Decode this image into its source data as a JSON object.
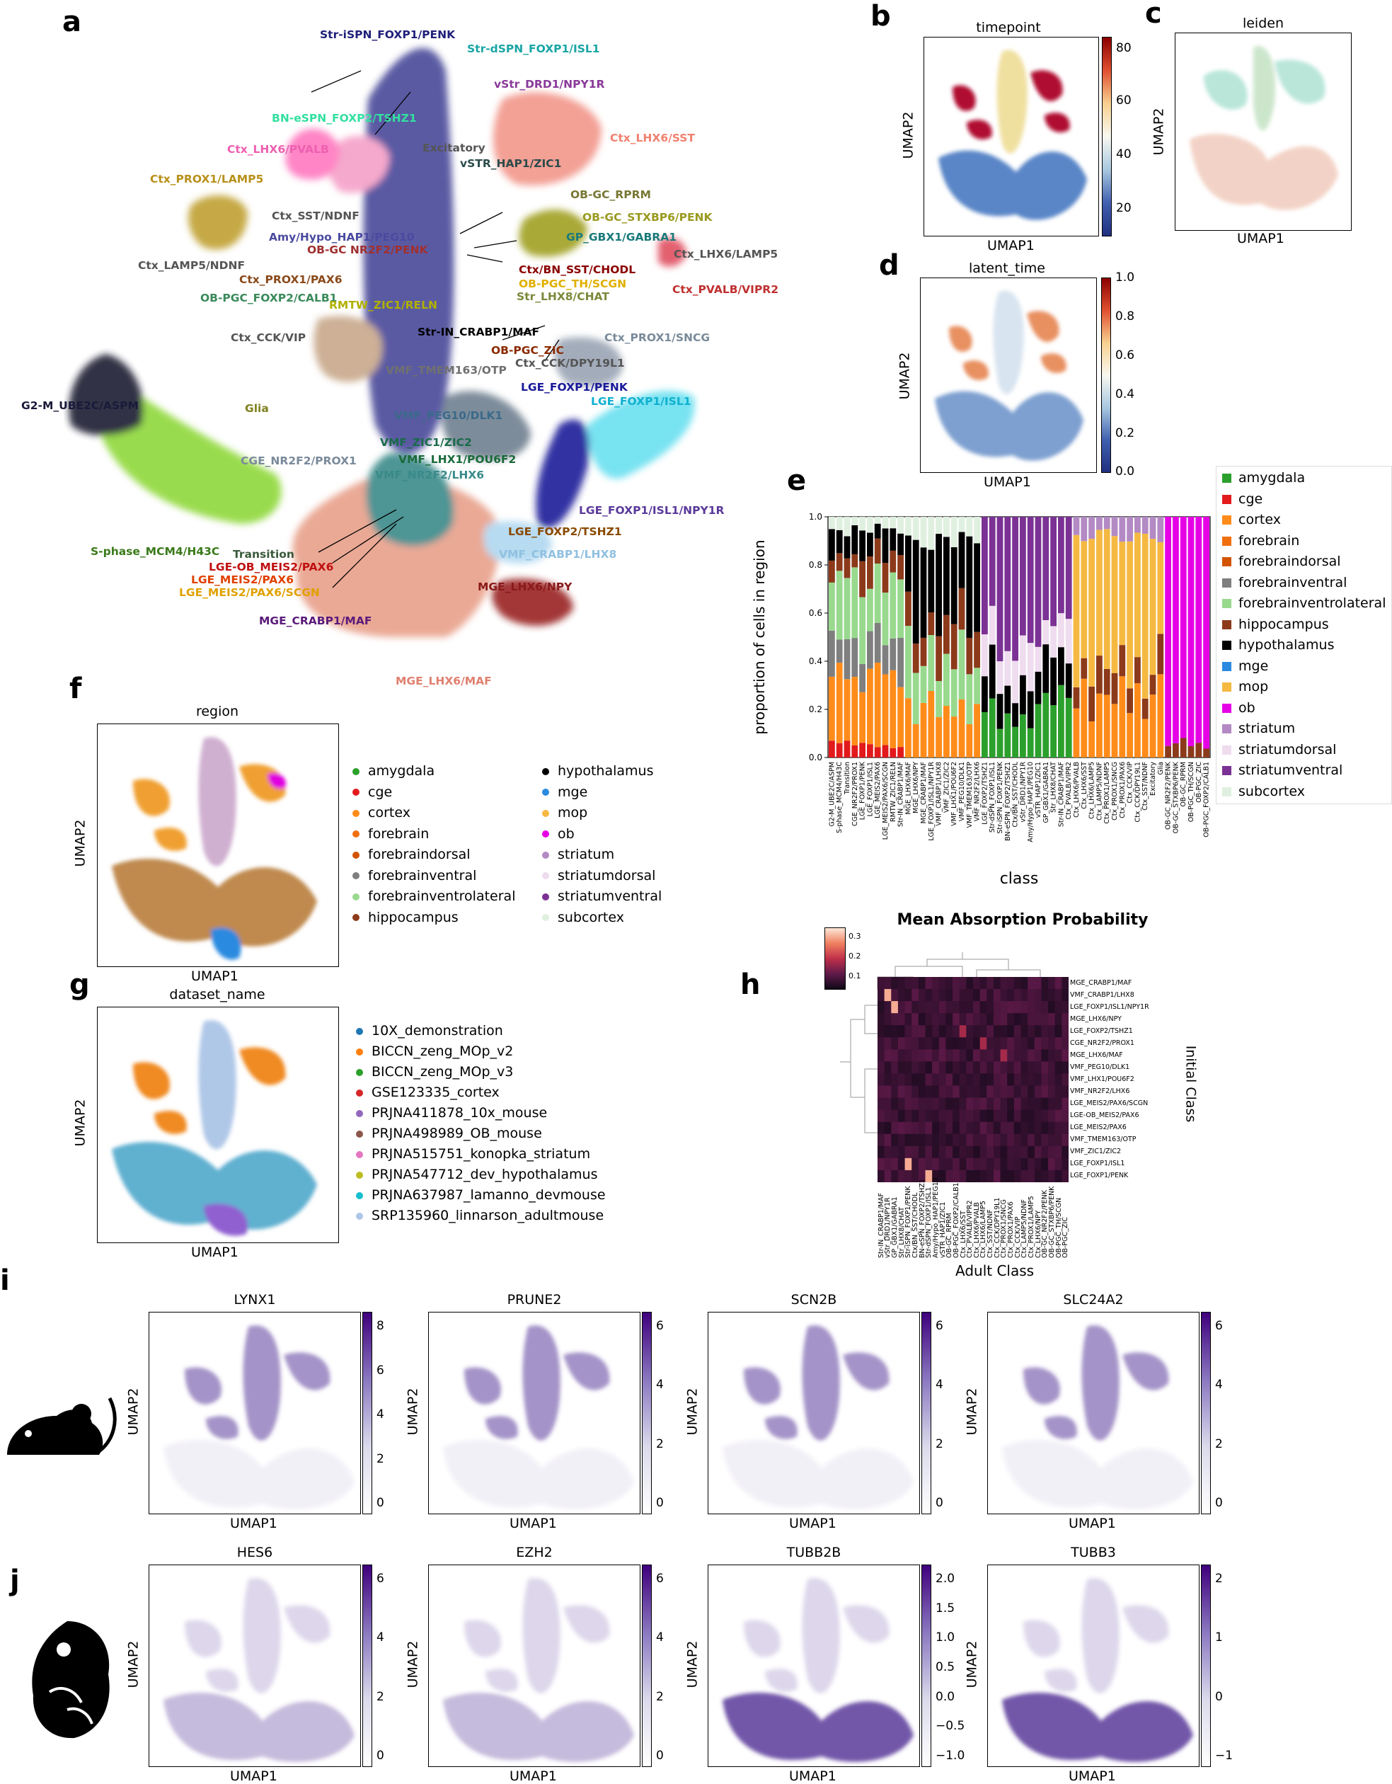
{
  "letters": {
    "a": "a",
    "b": "b",
    "c": "c",
    "d": "d",
    "e": "e",
    "f": "f",
    "g": "g",
    "h": "h",
    "i": "i",
    "j": "j"
  },
  "panel_a": {
    "labels": [
      {
        "t": "Str-iSPN_FOXP1/PENK",
        "c": "#1f1f7a"
      },
      {
        "t": "Str-dSPN_FOXP1/ISL1",
        "c": "#1aa5a5"
      },
      {
        "t": "vStr_DRD1/NPY1R",
        "c": "#8a3a9a"
      },
      {
        "t": "BN-eSPN_FOXP2/TSHZ1",
        "c": "#33e0a0"
      },
      {
        "t": "Ctx_LHX6/PVALB",
        "c": "#ee5fb0"
      },
      {
        "t": "Excitatory",
        "c": "#555555"
      },
      {
        "t": "Ctx_LHX6/SST",
        "c": "#f08070"
      },
      {
        "t": "vSTR_HAP1/ZIC1",
        "c": "#2b4b4b"
      },
      {
        "t": "Ctx_PROX1/LAMP5",
        "c": "#b8901a"
      },
      {
        "t": "OB-GC_RPRM",
        "c": "#777733"
      },
      {
        "t": "Ctx_SST/NDNF",
        "c": "#555555"
      },
      {
        "t": "OB-GC_STXBP6/PENK",
        "c": "#9a9a20"
      },
      {
        "t": "Amy/Hypo_HAP1/PEG10",
        "c": "#4a4aa0"
      },
      {
        "t": "GP_GBX1/GABRA1",
        "c": "#1a7a7a"
      },
      {
        "t": "OB-GC NR2F2/PENK",
        "c": "#a03030"
      },
      {
        "t": "Ctx_LHX6/LAMP5",
        "c": "#555555"
      },
      {
        "t": "Ctx_LAMP5/NDNF",
        "c": "#555555"
      },
      {
        "t": "Ctx/BN_SST/CHODL",
        "c": "#8a0000"
      },
      {
        "t": "Ctx_PROX1/PAX6",
        "c": "#8a4a1a"
      },
      {
        "t": "OB-PGC_TH/SCGN",
        "c": "#e0b000"
      },
      {
        "t": "OB-PGC_FOXP2/CALB1",
        "c": "#3a8a5a"
      },
      {
        "t": "Str_LHX8/CHAT",
        "c": "#7a8a3a"
      },
      {
        "t": "Ctx_PVALB/VIPR2",
        "c": "#c03030"
      },
      {
        "t": "RMTW_ZIC1/RELN",
        "c": "#b0b000"
      },
      {
        "t": "Str-IN_CRABP1/MAF",
        "c": "#000000"
      },
      {
        "t": "Ctx_CCK/VIP",
        "c": "#555555"
      },
      {
        "t": "OB-PGC_ZIC",
        "c": "#8a2a00"
      },
      {
        "t": "Ctx_PROX1/SNCG",
        "c": "#7a8a9a"
      },
      {
        "t": "Ctx_CCK/DPY19L1",
        "c": "#555555"
      },
      {
        "t": "VMF_TMEM163/OTP",
        "c": "#707070"
      },
      {
        "t": "G2-M_UBE2C/ASPM",
        "c": "#1a1a3a"
      },
      {
        "t": "Glia",
        "c": "#808020"
      },
      {
        "t": "LGE_FOXP1/PENK",
        "c": "#1a1a9a"
      },
      {
        "t": "LGE_FOXP1/ISL1",
        "c": "#10b0d0"
      },
      {
        "t": "VMF_PEG10/DLK1",
        "c": "#3a6a8a"
      },
      {
        "t": "VMF_ZIC1/ZIC2",
        "c": "#1a6a4a"
      },
      {
        "t": "CGE_NR2F2/PROX1",
        "c": "#7a8a9a"
      },
      {
        "t": "VMF_LHX1/POU6F2",
        "c": "#1a6a3a"
      },
      {
        "t": "VMF_NR2F2/LHX6",
        "c": "#3a8a8a"
      },
      {
        "t": "LGE_FOXP1/ISL1/NPY1R",
        "c": "#5a3a9a"
      },
      {
        "t": "LGE_FOXP2/TSHZ1",
        "c": "#8a4a00"
      },
      {
        "t": "S-phase_MCM4/H43C",
        "c": "#3a7a1a"
      },
      {
        "t": "Transition",
        "c": "#3a5a3a"
      },
      {
        "t": "LGE-OB_MEIS2/PAX6",
        "c": "#c01010"
      },
      {
        "t": "VMF_CRABP1/LHX8",
        "c": "#90c0e0"
      },
      {
        "t": "LGE_MEIS2/PAX6",
        "c": "#e04000"
      },
      {
        "t": "LGE_MEIS2/PAX6/SCGN",
        "c": "#e0a000"
      },
      {
        "t": "MGE_LHX6/NPY",
        "c": "#8a1a1a"
      },
      {
        "t": "MGE_CRABP1/MAF",
        "c": "#5a1a7a"
      },
      {
        "t": "MGE_LHX6/MAF",
        "c": "#e08070"
      }
    ]
  },
  "panel_b": {
    "title": "timepoint",
    "xlabel": "UMAP1",
    "ylabel": "UMAP2",
    "ticks": [
      "80",
      "60",
      "40",
      "20"
    ]
  },
  "panel_c": {
    "title": "leiden",
    "xlabel": "UMAP1",
    "ylabel": "UMAP2"
  },
  "panel_d": {
    "title": "latent_time",
    "xlabel": "UMAP1",
    "ylabel": "UMAP2",
    "ticks": [
      "1.0",
      "0.8",
      "0.6",
      "0.4",
      "0.2",
      "0.0"
    ]
  },
  "panel_e": {
    "chart_data": {
      "type": "bar",
      "xlabel": "class",
      "ylabel": "proportion of cells in region",
      "ylim": [
        0,
        1
      ],
      "yticks": [
        "0.0",
        "0.2",
        "0.4",
        "0.6",
        "0.8",
        "1.0"
      ],
      "categories": [
        "G2-M_UBE2C/ASPM",
        "S-phase_MCM4/H43C",
        "Transition",
        "CGE_NR2F2/PROX1",
        "LGE_FOXP1/PENK",
        "LGE_FOXP1/ISL1",
        "LGE_MEIS2/PAX6",
        "LGE_MEIS2/PAX6/SCGN",
        "RMTW_ZIC1/RELN",
        "Str-IN_CRABP1/MAF",
        "MGE_LHX6/MAF",
        "MGE_LHX6/NPY",
        "MGE_CRABP1/MAF",
        "LGE_FOXP1/ISL1/NPY1R",
        "VMF_CRABP1/LHX8",
        "VMF_ZIC1/ZIC2",
        "VMF_LHX1/POU6F2",
        "VMF_PEG10/DLK1",
        "VMF_TMEM163/OTP",
        "VMF_NR2F2/LHX6",
        "LGE_FOXP2/TSHZ1",
        "Str-dSPN_FOXP1/ISL1",
        "Str-iSPN_FOXP1/PENK",
        "BN-eSPN_FOXP2/TSHZ1",
        "Ctx/BN_SST/CHODL",
        "vStr_DRD1/NPY1R",
        "Amy/Hypo_HAP1/PEG10",
        "vSTR_HAP1/ZIC1",
        "GP_GBX1/GABRA1",
        "Str_LHX8/CHAT",
        "Str-IN_CRABP1/MAF",
        "Ctx_PVALB/VIPR2",
        "Ctx_LHX6/PVALB",
        "Ctx_LHX6/SST",
        "Ctx_LHX6/LAMP5",
        "Ctx_LAMP5/NDNF",
        "Ctx_PROX1/LAMP5",
        "Ctx_PROX1/SNCG",
        "Ctx_PROX1/PAX6",
        "Ctx_CCK/VIP",
        "Ctx_CCK/DPY19L1",
        "Ctx_SST/NDNF",
        "Excitatory",
        "Glia",
        "OB-GC_NR2F2/PENK",
        "OB-GC_STXBP6/PENK",
        "OB-GC_RPRM",
        "OB-PGC_TH/SCGN",
        "OB-PGC_ZIC",
        "OB-PGC_FOXP2/CALB1"
      ],
      "series_names": [
        "amygdala",
        "cge",
        "cortex",
        "forebrain",
        "forebraindorsal",
        "forebrainventral",
        "forebrainventrolateral",
        "hippocampus",
        "hypothalamus",
        "mge",
        "mop",
        "ob",
        "striatum",
        "striatumdorsal",
        "striatumventral",
        "subcortex"
      ],
      "colors": [
        "#2ca02c",
        "#e31a1c",
        "#ff8c1a",
        "#f07010",
        "#d35400",
        "#7f7f7f",
        "#98d98e",
        "#8c3a1a",
        "#000000",
        "#2a8ae0",
        "#f5b942",
        "#e600e6",
        "#b38ac4",
        "#efdcef",
        "#7b3294",
        "#e0f0e0"
      ],
      "legend": "right"
    }
  },
  "panel_f": {
    "title": "region",
    "xlabel": "UMAP1",
    "ylabel": "UMAP2",
    "legend_left": [
      {
        "t": "amygdala",
        "c": "#2ca02c"
      },
      {
        "t": "cge",
        "c": "#e31a1c"
      },
      {
        "t": "cortex",
        "c": "#ff8c1a"
      },
      {
        "t": "forebrain",
        "c": "#f07010"
      },
      {
        "t": "forebraindorsal",
        "c": "#d35400"
      },
      {
        "t": "forebrainventral",
        "c": "#7f7f7f"
      },
      {
        "t": "forebrainventrolateral",
        "c": "#98d98e"
      },
      {
        "t": "hippocampus",
        "c": "#8c3a1a"
      }
    ],
    "legend_right": [
      {
        "t": "hypothalamus",
        "c": "#000000"
      },
      {
        "t": "mge",
        "c": "#2a8ae0"
      },
      {
        "t": "mop",
        "c": "#f5b942"
      },
      {
        "t": "ob",
        "c": "#e600e6"
      },
      {
        "t": "striatum",
        "c": "#b38ac4"
      },
      {
        "t": "striatumdorsal",
        "c": "#efdcef"
      },
      {
        "t": "striatumventral",
        "c": "#7b3294"
      },
      {
        "t": "subcortex",
        "c": "#e0f0e0"
      }
    ]
  },
  "panel_g": {
    "title": "dataset_name",
    "xlabel": "UMAP1",
    "ylabel": "UMAP2",
    "legend": [
      {
        "t": "10X_demonstration",
        "c": "#1f77b4"
      },
      {
        "t": "BICCN_zeng_MOp_v2",
        "c": "#ff7f0e"
      },
      {
        "t": "BICCN_zeng_MOp_v3",
        "c": "#2ca02c"
      },
      {
        "t": "GSE123335_cortex",
        "c": "#d62728"
      },
      {
        "t": "PRJNA411878_10x_mouse",
        "c": "#9467bd"
      },
      {
        "t": "PRJNA498989_OB_mouse",
        "c": "#8c564b"
      },
      {
        "t": "PRJNA515751_konopka_striatum",
        "c": "#e377c2"
      },
      {
        "t": "PRJNA547712_dev_hypothalamus",
        "c": "#bcbd22"
      },
      {
        "t": "PRJNA637987_lamanno_devmouse",
        "c": "#17becf"
      },
      {
        "t": "SRP135960_linnarson_adultmouse",
        "c": "#aec7e8"
      }
    ]
  },
  "panel_h": {
    "title": "Mean Absorption Probability",
    "xlabel": "Adult Class",
    "ylabel": "Initial Class",
    "cbar_ticks": [
      "0.3",
      "0.2",
      "0.1"
    ],
    "rows": [
      "MGE_CRABP1/MAF",
      "VMF_CRABP1/LHX8",
      "LGE_FOXP1/ISL1/NPY1R",
      "MGE_LHX6/NPY",
      "LGE_FOXP2/TSHZ1",
      "CGE_NR2F2/PROX1",
      "MGE_LHX6/MAF",
      "VMF_PEG10/DLK1",
      "VMF_LHX1/POU6F2",
      "VMF_NR2F2/LHX6",
      "LGE_MEIS2/PAX6/SCGN",
      "LGE-OB_MEIS2/PAX6",
      "LGE_MEIS2/PAX6",
      "VMF_TMEM163/OTP",
      "VMF_ZIC1/ZIC2",
      "LGE_FOXP1/ISL1",
      "LGE_FOXP1/PENK"
    ],
    "cols": [
      "Str-IN_CRABP1/MAF",
      "vStr_DRD1/NPY1R",
      "GP_GBX1/GABRA1",
      "Str_LHX8/CHAT",
      "Str-iSPN_FOXP1/PENK",
      "Ctx/BN_SST/CHODL",
      "BN-eSPN_FOXP2/TSHZ1",
      "Str-dSPN_FOXP1/ISL1",
      "Amy/Hypo_HAP1/PEG10",
      "vSTR_HAP1/ZIC1",
      "OB-GC_RPRM",
      "OB-PGC_FOXP2/CALB1",
      "Ctx_LHX6/SST",
      "Ctx_PVALB/VIPR2",
      "Ctx_LHX6/PVALB",
      "Ctx_LHX6/LAMP5",
      "Ctx_SST/NDNF",
      "Ctx_CCK/DPY19L1",
      "Ctx_PROX1/SNCG",
      "Ctx_PROX1/PAX6",
      "Ctx_CCK/VIP",
      "Ctx_LAMP5/NDNF",
      "Ctx_PROX1/LAMP5",
      "Ctx_LHX6/NPY",
      "OB-GC_NR2F2/PENK",
      "OB-GC_STXBP6/PENK",
      "OB-PGC_TH/SCGN",
      "OB-PGC_ZIC"
    ]
  },
  "panel_i": {
    "genes": [
      {
        "name": "LYNX1",
        "ticks": [
          "8",
          "6",
          "4",
          "2",
          "0"
        ]
      },
      {
        "name": "PRUNE2",
        "ticks": [
          "6",
          "4",
          "2",
          "0"
        ]
      },
      {
        "name": "SCN2B",
        "ticks": [
          "6",
          "4",
          "2",
          "0"
        ]
      },
      {
        "name": "SLC24A2",
        "ticks": [
          "6",
          "4",
          "2",
          "0"
        ]
      }
    ],
    "xlabel": "UMAP1",
    "ylabel": "UMAP2"
  },
  "panel_j": {
    "genes": [
      {
        "name": "HES6",
        "ticks": [
          "6",
          "4",
          "2",
          "0"
        ]
      },
      {
        "name": "EZH2",
        "ticks": [
          "6",
          "4",
          "2",
          "0"
        ]
      },
      {
        "name": "TUBB2B",
        "ticks": [
          "2.0",
          "1.5",
          "1.0",
          "0.5",
          "0.0",
          "−0.5",
          "−1.0"
        ]
      },
      {
        "name": "TUBB3",
        "ticks": [
          "2",
          "1",
          "0",
          "−1"
        ]
      }
    ],
    "xlabel": "UMAP1",
    "ylabel": "UMAP2"
  },
  "icons": {
    "mouse": "mouse-icon",
    "embryo": "embryo-icon"
  }
}
